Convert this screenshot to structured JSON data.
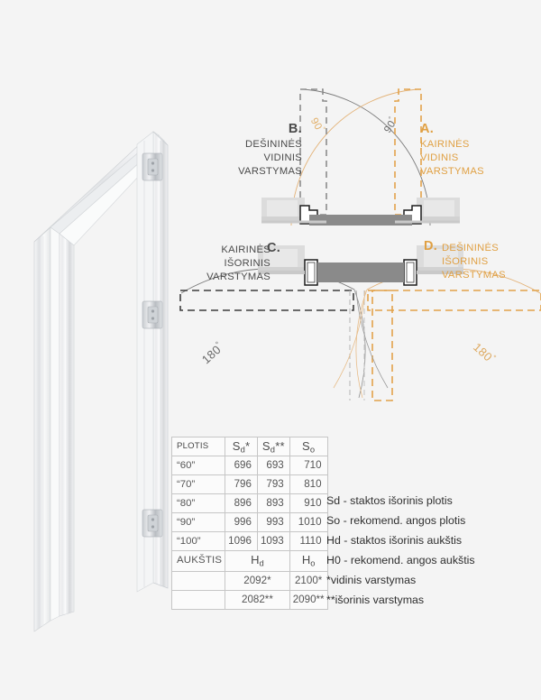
{
  "colors": {
    "background": "#f4f4f4",
    "gray_line": "#6b6b6b",
    "orange_line": "#e0a043",
    "door_panel": "#8a8a8a",
    "wall_fill": "#d9d9d9",
    "table_border": "#c6c6c6"
  },
  "diagram": {
    "variants": [
      {
        "key": "A",
        "letter": "A.",
        "line1": "KAIRINĖS",
        "line2": "VIDINIS",
        "line3": "VARSTYMAS",
        "color": "orange",
        "swing": "90"
      },
      {
        "key": "B",
        "letter": "B.",
        "line1": "DEŠININĖS",
        "line2": "VIDINIS",
        "line3": "VARSTYMAS",
        "color": "gray",
        "swing": "90"
      },
      {
        "key": "C",
        "letter": "C.",
        "line1": "KAIRINĖS",
        "line2": "IŠORINIS",
        "line3": "VARSTYMAS",
        "color": "gray",
        "swing": "180"
      },
      {
        "key": "D",
        "letter": "D.",
        "line1": "DEŠININĖS",
        "line2": "IŠORINIS",
        "line3": "VARSTYMAS",
        "color": "orange",
        "swing": "180"
      }
    ],
    "angle_labels": {
      "top_left": "90",
      "top_right": "90",
      "bottom_left": "180",
      "bottom_right": "180",
      "degree_symbol": "°"
    }
  },
  "table": {
    "width_header": {
      "label": "PLOTIS",
      "col1": "Sd*",
      "col1_base": "S",
      "col1_sub": "d",
      "col1_star": "*",
      "col2_base": "S",
      "col2_sub": "d",
      "col2_star": "**",
      "col3_base": "S",
      "col3_sub": "o",
      "col3_star": ""
    },
    "width_rows": [
      {
        "size": "“60”",
        "sd1": "696",
        "sd2": "693",
        "so": "710"
      },
      {
        "size": "“70”",
        "sd1": "796",
        "sd2": "793",
        "so": "810"
      },
      {
        "size": "“80”",
        "sd1": "896",
        "sd2": "893",
        "so": "910"
      },
      {
        "size": "“90”",
        "sd1": "996",
        "sd2": "993",
        "so": "1010"
      },
      {
        "size": "“100”",
        "sd1": "1096",
        "sd2": "1093",
        "so": "1110"
      }
    ],
    "height_header": {
      "label": "AUKŠTIS",
      "col1_base": "H",
      "col1_sub": "d",
      "col2_base": "H",
      "col2_sub": "o"
    },
    "height_rows": [
      {
        "hd": "2092*",
        "ho": "2100*"
      },
      {
        "hd": "2082**",
        "ho": "2090**"
      }
    ]
  },
  "legend": {
    "lines": [
      "Sd - staktos išorinis plotis",
      "So - rekomend. angos plotis",
      "Hd - staktos išorinis aukštis",
      "H0 - rekomend. angos aukštis",
      "*vidinis varstymas",
      "**išorinis varstymas"
    ]
  }
}
